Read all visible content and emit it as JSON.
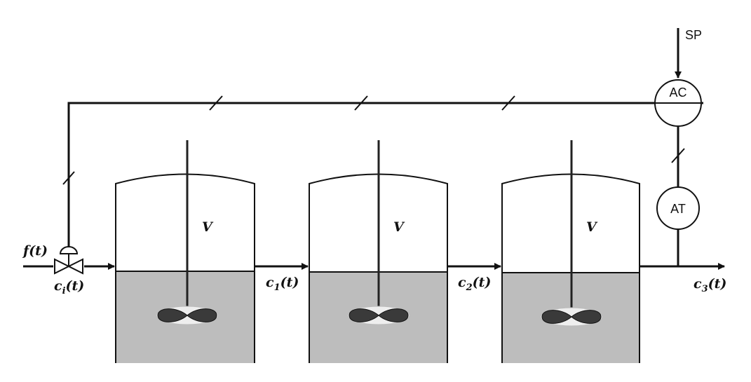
{
  "diagram": {
    "feed_flow_label": "f(t)",
    "inlet_conc": {
      "base": "c",
      "sub": "i",
      "arg": "(t)"
    },
    "tanks": [
      {
        "volume_label": "V",
        "outlet": {
          "base": "c",
          "sub": "1",
          "arg": "(t)"
        }
      },
      {
        "volume_label": "V",
        "outlet": {
          "base": "c",
          "sub": "2",
          "arg": "(t)"
        }
      },
      {
        "volume_label": "V",
        "outlet": {
          "base": "c",
          "sub": "3",
          "arg": "(t)"
        }
      }
    ],
    "controller_label": "AC",
    "transmitter_label": "AT",
    "setpoint_label": "SP",
    "colors": {
      "liquid": "#bdbdbd",
      "line": "#111111"
    }
  }
}
